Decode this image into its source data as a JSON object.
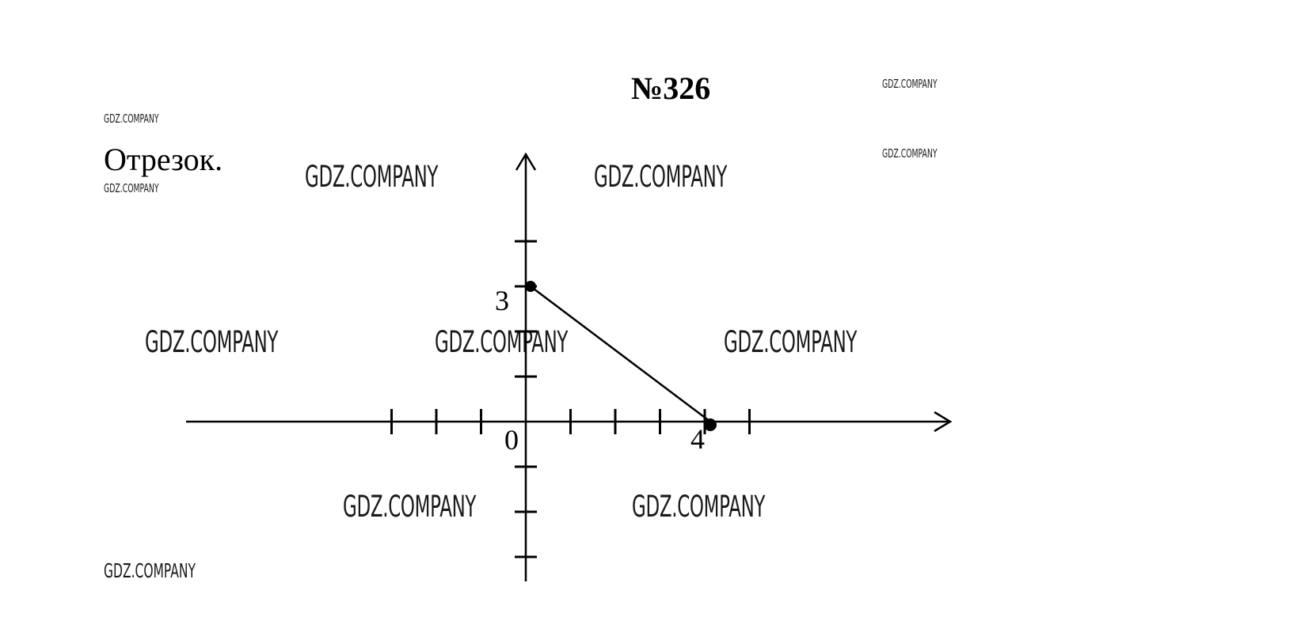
{
  "title": "№326",
  "subtitle": "Отрезок.",
  "watermarks": {
    "big": [
      "GDZ.COMPANY",
      "GDZ.COMPANY",
      "GDZ.COMPANY",
      "GDZ.COMPANY",
      "GDZ.COMPANY",
      "GDZ.COMPANY",
      "GDZ.COMPANY"
    ],
    "small": [
      "GDZ.COMPANY",
      "GDZ.COMPANY",
      "GDZ.COMPANY",
      "GDZ.COMPANY"
    ],
    "mid": [
      "GDZ.COMPANY"
    ]
  },
  "diagram": {
    "axis_labels": {
      "origin": "0",
      "y_point": "3",
      "x_point": "4"
    },
    "segment": {
      "start": [
        0,
        3
      ],
      "end": [
        4,
        0
      ]
    },
    "x_ticks": [
      -3,
      -2,
      -1,
      1,
      2,
      3,
      4,
      5
    ],
    "y_ticks": [
      -3,
      -2,
      -1,
      1,
      2,
      3,
      4
    ],
    "x_range": [
      -7.5,
      9.5
    ],
    "y_range": [
      -3.5,
      6
    ]
  }
}
